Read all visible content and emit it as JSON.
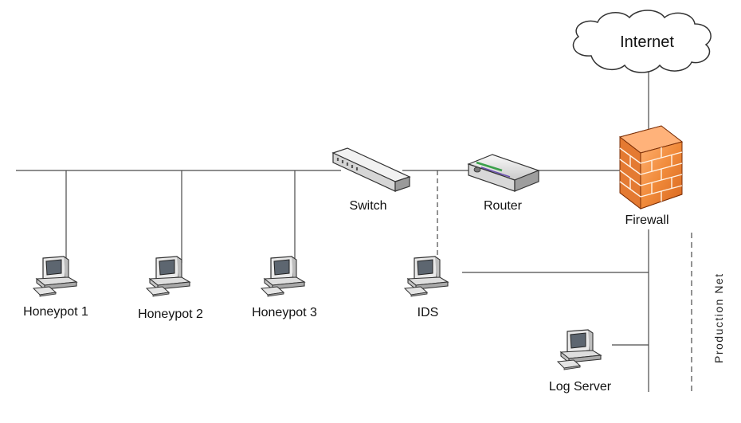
{
  "nodes": {
    "internet": "Internet",
    "switch": "Switch",
    "router": "Router",
    "firewall": "Firewall",
    "honeypot1": "Honeypot 1",
    "honeypot2": "Honeypot 2",
    "honeypot3": "Honeypot 3",
    "ids": "IDS",
    "log_server": "Log Server",
    "production_net": "Production Net"
  },
  "colors": {
    "line": "#4a4a4a",
    "firewall_fill": "#f08a3a",
    "firewall_dark": "#c85a18",
    "device_body": "#e6e6e6",
    "device_shadow": "#8c8c8c",
    "cloud_fill": "#ffffff"
  }
}
